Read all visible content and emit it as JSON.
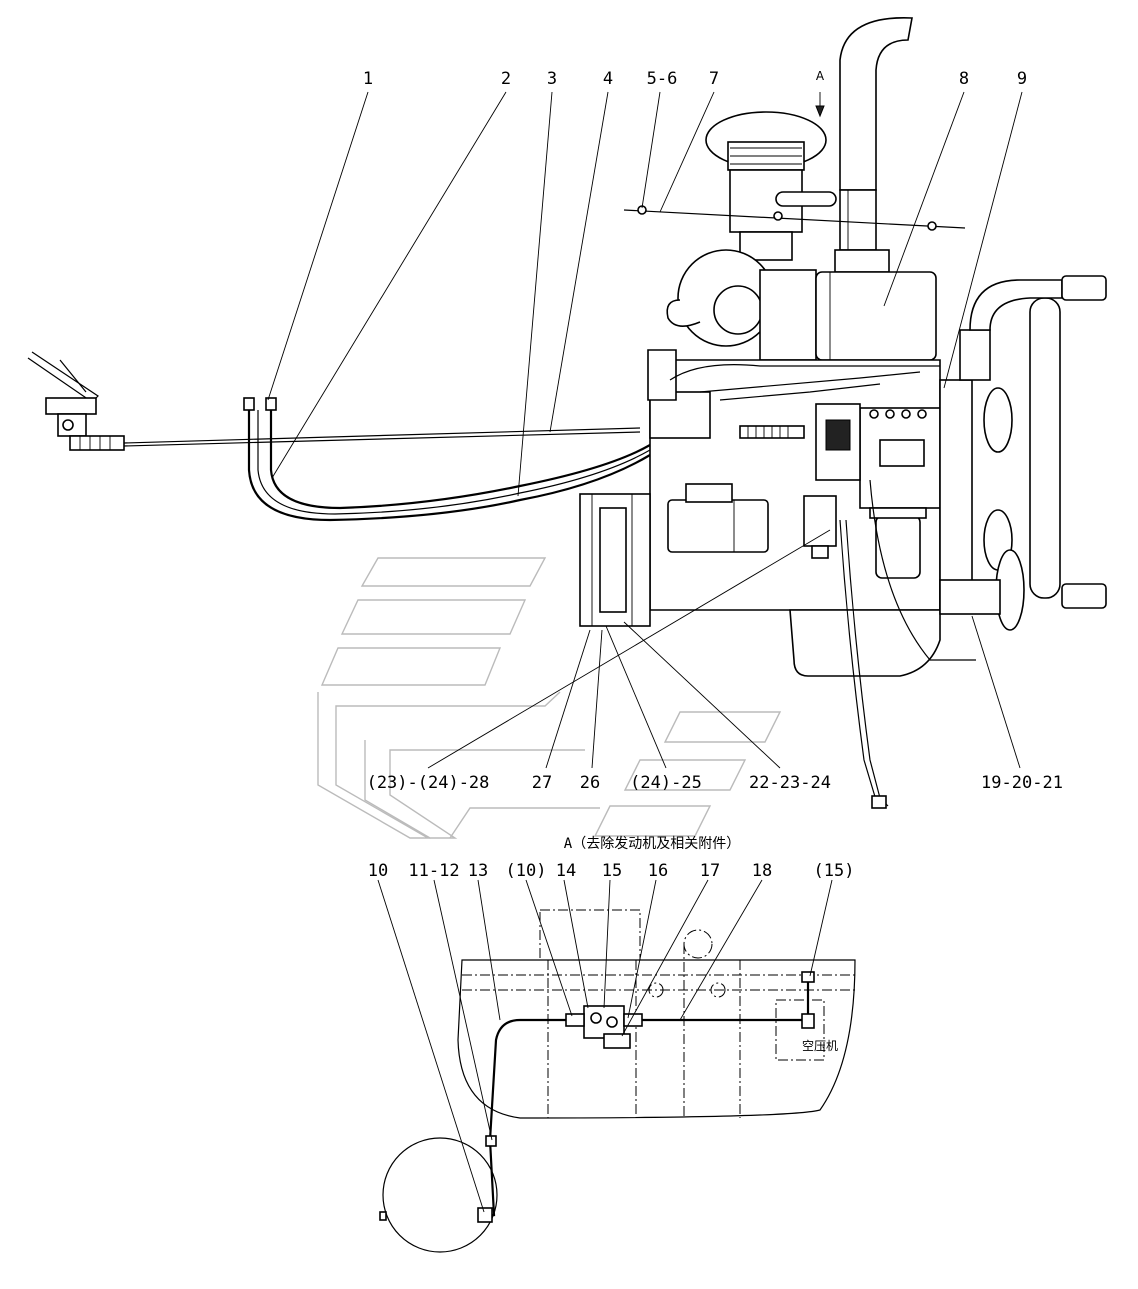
{
  "callouts_top": [
    "1",
    "2",
    "3",
    "4",
    "5-6",
    "7",
    "A",
    "8",
    "9"
  ],
  "callouts_mid": [
    "(23)-(24)-28",
    "27",
    "26",
    "(24)-25",
    "22-23-24",
    "19-20-21"
  ],
  "view_caption": "A（去除发动机及相关附件）",
  "callouts_bottom": [
    "10",
    "11-12",
    "13",
    "(10)",
    "14",
    "15",
    "16",
    "17",
    "18",
    "(15)"
  ],
  "compressor_label": "空压机"
}
